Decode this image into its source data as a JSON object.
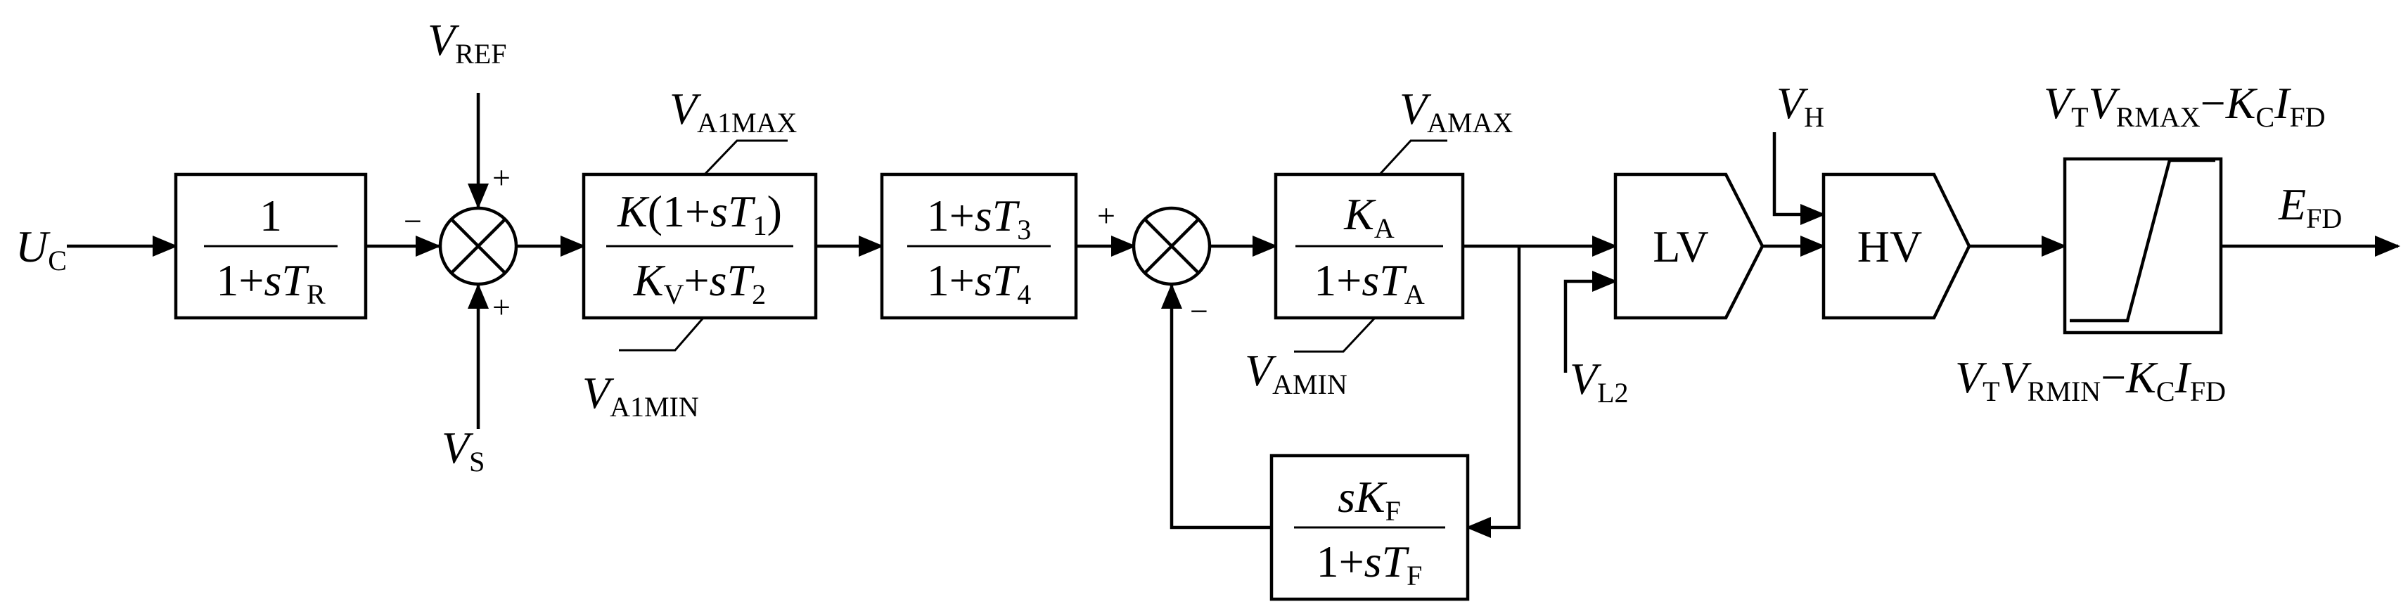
{
  "inputs": {
    "uc": {
      "main": "U",
      "sub": "C"
    },
    "vref": {
      "main": "V",
      "sub": "REF"
    },
    "vs": {
      "main": "V",
      "sub": "S"
    },
    "vh": {
      "main": "V",
      "sub": "H"
    },
    "vl2": {
      "main": "V",
      "sub": "L2"
    }
  },
  "output": {
    "main": "E",
    "sub": "FD"
  },
  "blocks": {
    "sensor": {
      "num": "1",
      "den_pre": "1+",
      "den_s": "sT",
      "den_sub": "R"
    },
    "amp1": {
      "num_k": "K",
      "num_mid": "(1+",
      "num_s": "sT",
      "num_sub": "1",
      "num_close": ")",
      "den_k": "K",
      "den_ksub": "V",
      "den_plus": "+",
      "den_s": "sT",
      "den_sub": "2"
    },
    "leadlag": {
      "num_pre": "1+",
      "num_s": "sT",
      "num_sub": "3",
      "den_pre": "1+",
      "den_s": "sT",
      "den_sub": "4"
    },
    "amp2": {
      "num_k": "K",
      "num_sub": "A",
      "den_pre": "1+",
      "den_s": "sT",
      "den_sub": "A"
    },
    "feedback": {
      "num_s": "sK",
      "num_sub": "F",
      "den_pre": "1+",
      "den_s": "sT",
      "den_sub": "F"
    },
    "lv_gate": "LV",
    "hv_gate": "HV"
  },
  "limits": {
    "va1max": {
      "main": "V",
      "sub": "A1MAX"
    },
    "va1min": {
      "main": "V",
      "sub": "A1MIN"
    },
    "vamax": {
      "main": "V",
      "sub": "AMAX"
    },
    "vamin": {
      "main": "V",
      "sub": "AMIN"
    },
    "out_max": {
      "vt": "V",
      "vt_sub": "T",
      "vr": "V",
      "vr_sub": "RMAX",
      "minus": "−",
      "kc": "K",
      "kc_sub": "C",
      "i": "I",
      "i_sub": "FD"
    },
    "out_min": {
      "vt": "V",
      "vt_sub": "T",
      "vr": "V",
      "vr_sub": "RMIN",
      "minus": "−",
      "kc": "K",
      "kc_sub": "C",
      "i": "I",
      "i_sub": "FD"
    }
  },
  "signs": {
    "sum1_left": "−",
    "sum1_top": "+",
    "sum1_bottom": "+",
    "sum2_left": "+",
    "sum2_bottom": "−"
  }
}
